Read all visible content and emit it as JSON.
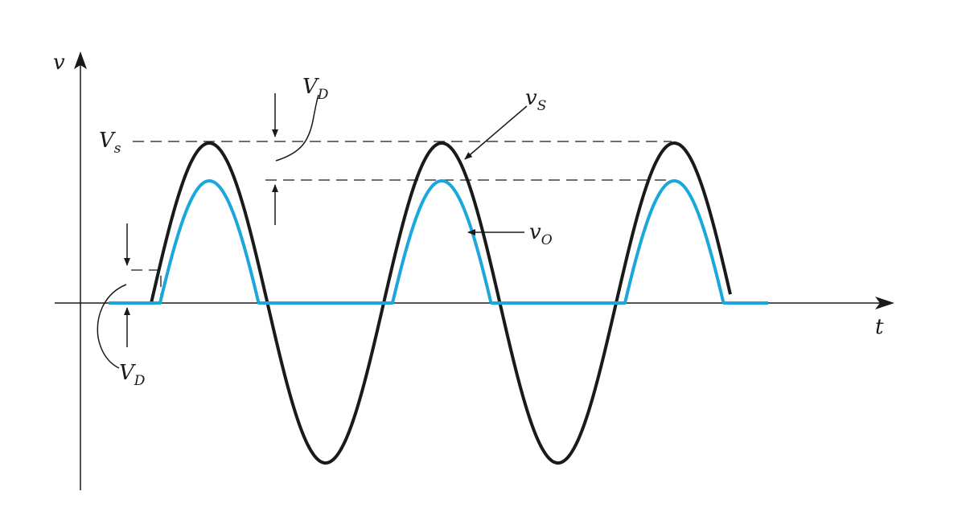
{
  "labels": {
    "v_axis": {
      "main": "v",
      "sub": ""
    },
    "t_axis": {
      "main": "t",
      "sub": ""
    },
    "peak_source": {
      "main": "V",
      "sub": "s"
    },
    "diode_drop_top": {
      "main": "V",
      "sub": "D"
    },
    "diode_drop_bottom": {
      "main": "V",
      "sub": "D"
    },
    "source_wave": {
      "main": "v",
      "sub": "S"
    },
    "output_wave": {
      "main": "v",
      "sub": "O"
    }
  },
  "colors": {
    "source_wave": "#1a1a1a",
    "output_wave": "#1ba7dc",
    "axes": "#1a1a1a"
  }
}
